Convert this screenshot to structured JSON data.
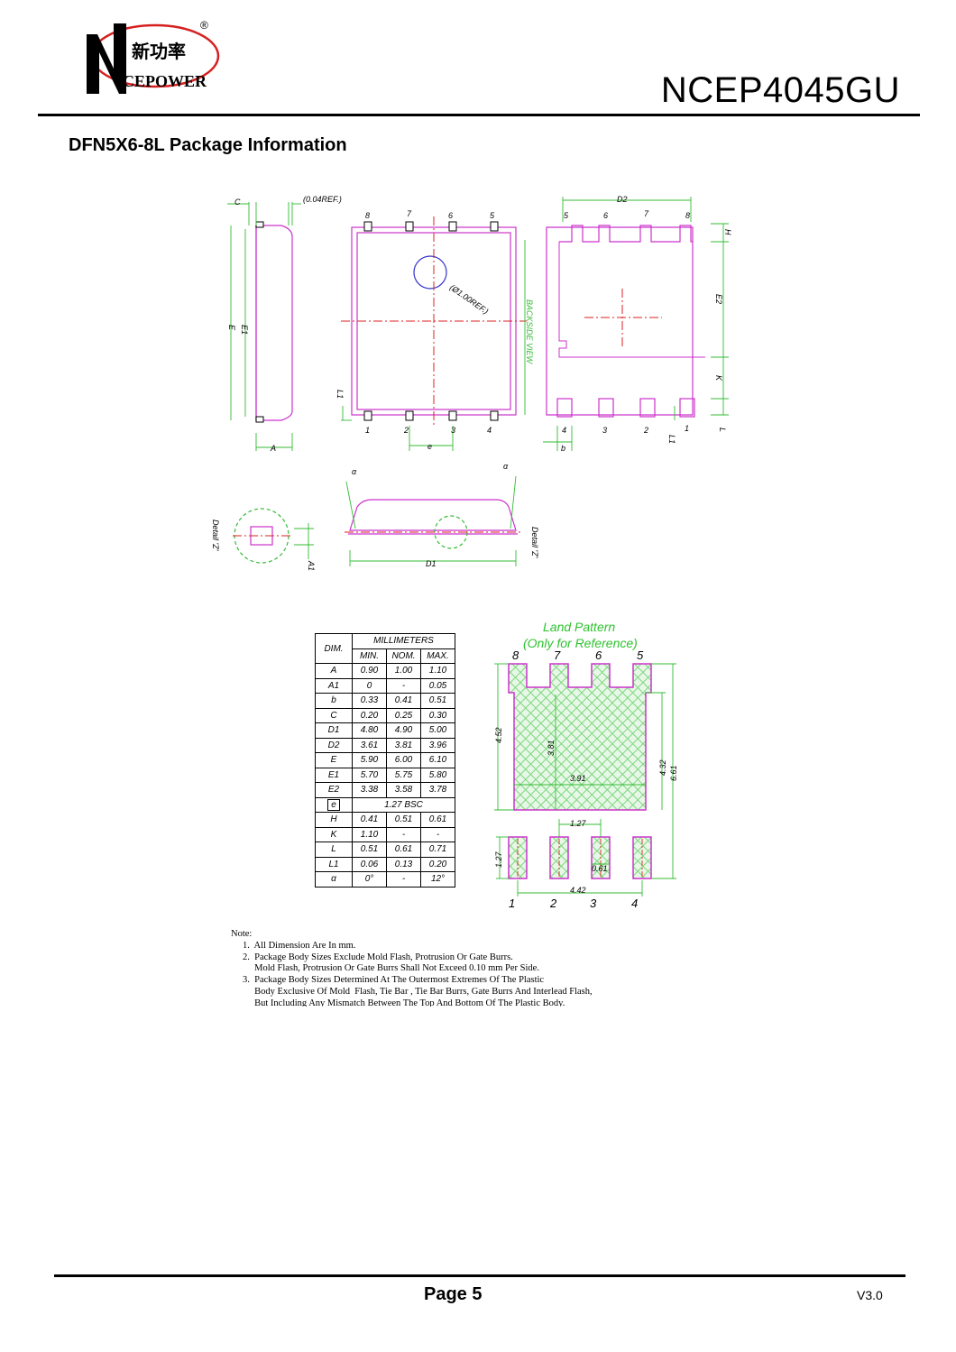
{
  "header": {
    "logo_cn": "新功率",
    "logo_en": "CEPOWER",
    "logo_mark": "®",
    "part_number": "NCEP4045GU"
  },
  "section_title": "DFN5X6-8L Package Information",
  "drawing": {
    "labels": {
      "c": "C",
      "ref004": "(0.04REF.)",
      "d2": "D2",
      "e": "E",
      "e1": "E1",
      "e2": "E2",
      "h": "H",
      "k": "K",
      "l": "L",
      "l1": "L1",
      "l1b": "L1",
      "a": "A",
      "b": "b",
      "e_pitch": "e",
      "ref100": "(Ø1.00REF.)",
      "backside": "BACKSIDE VIEW",
      "alpha1": "α",
      "alpha2": "α",
      "d1": "D1",
      "a1": "A1",
      "detail_z1": "Detail 'Z'",
      "detail_z2": "Detail 'Z'"
    },
    "top_pins": [
      "8",
      "7",
      "6",
      "5"
    ],
    "bottom_pins": [
      "1",
      "2",
      "3",
      "4"
    ],
    "back_top_pins": [
      "5",
      "6",
      "7",
      "8"
    ],
    "back_bottom_pins": [
      "4",
      "3",
      "2",
      "1"
    ]
  },
  "dim_table": {
    "dim_header": "DIM.",
    "unit_header": "MILLIMETERS",
    "col_min": "MIN.",
    "col_nom": "NOM.",
    "col_max": "MAX.",
    "rows": [
      {
        "dim": "A",
        "min": "0.90",
        "nom": "1.00",
        "max": "1.10"
      },
      {
        "dim": "A1",
        "min": "0",
        "nom": "-",
        "max": "0.05"
      },
      {
        "dim": "b",
        "min": "0.33",
        "nom": "0.41",
        "max": "0.51"
      },
      {
        "dim": "C",
        "min": "0.20",
        "nom": "0.25",
        "max": "0.30"
      },
      {
        "dim": "D1",
        "min": "4.80",
        "nom": "4.90",
        "max": "5.00"
      },
      {
        "dim": "D2",
        "min": "3.61",
        "nom": "3.81",
        "max": "3.96"
      },
      {
        "dim": "E",
        "min": "5.90",
        "nom": "6.00",
        "max": "6.10"
      },
      {
        "dim": "E1",
        "min": "5.70",
        "nom": "5.75",
        "max": "5.80"
      },
      {
        "dim": "E2",
        "min": "3.38",
        "nom": "3.58",
        "max": "3.78"
      },
      {
        "dim": "e",
        "bsc": "1.27 BSC"
      },
      {
        "dim": "H",
        "min": "0.41",
        "nom": "0.51",
        "max": "0.61"
      },
      {
        "dim": "K",
        "min": "1.10",
        "nom": "-",
        "max": "-"
      },
      {
        "dim": "L",
        "min": "0.51",
        "nom": "0.61",
        "max": "0.71"
      },
      {
        "dim": "L1",
        "min": "0.06",
        "nom": "0.13",
        "max": "0.20"
      },
      {
        "dim": "α",
        "min": "0°",
        "nom": "-",
        "max": "12°"
      }
    ]
  },
  "land_pattern": {
    "title": "Land Pattern",
    "subtitle": "(Only for Reference)",
    "top_pins": [
      "8",
      "7",
      "6",
      "5"
    ],
    "bottom_pins": [
      "1",
      "2",
      "3",
      "4"
    ],
    "dims": {
      "d452": "4.52",
      "d381": "3.81",
      "d391": "3.91",
      "d432": "4.32",
      "d661": "6.61",
      "d127a": "1.27",
      "d127b": "1.27",
      "d061": "0.61",
      "d442": "4.42"
    }
  },
  "notes": {
    "heading": "Note:",
    "lines": [
      "1.  All Dimension Are In mm.",
      "2.  Package Body Sizes Exclude Mold Flash, Protrusion Or Gate Burrs.",
      "     Mold Flash, Protrusion Or Gate Burrs Shall Not Exceed 0.10 mm Per Side.",
      "3.  Package Body Sizes Determined At The Outermost Extremes Of The Plastic",
      "     Body Exclusive Of Mold  Flash, Tie Bar , Tie Bar Burrs, Gate Burrs And Interlead Flash,",
      "     But Including Any Mismatch Between The Top And Bottom Of The Plastic Body."
    ]
  },
  "footer": {
    "page_label": "Page 5",
    "version": "V3.0"
  },
  "colors": {
    "package_outline": "#cc33cc",
    "dimension_lines": "#33bb33",
    "center_lines": "#dd2222",
    "land_fill": "#7cd67c"
  }
}
